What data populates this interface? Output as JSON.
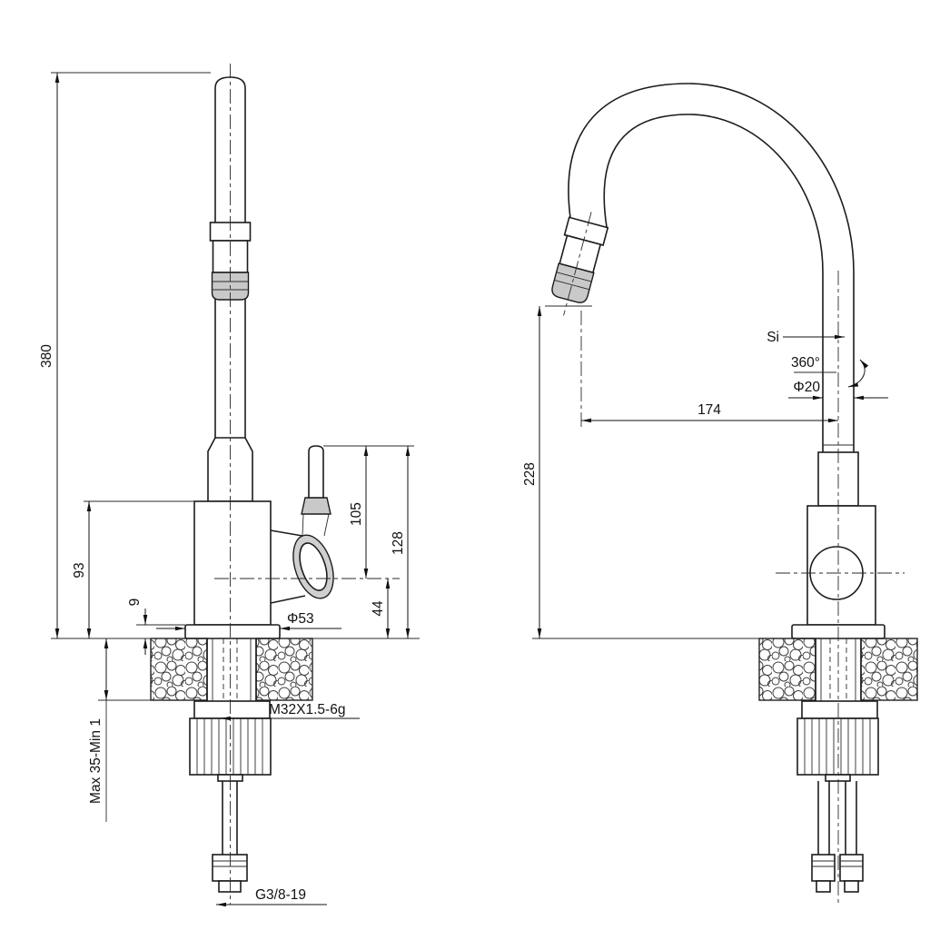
{
  "drawing": {
    "front_view": {
      "dim_total_height": "380",
      "dim_body_height": "93",
      "dim_plate_thickness": "9",
      "dim_counter_thickness": "Max 35-Min 1",
      "dim_handle_height": "105",
      "dim_handle_center": "44",
      "dim_outlet_height": "128",
      "dim_base_diameter": "Φ53",
      "thread_spec": "M32X1.5-6g",
      "hose_thread": "G3/8-19"
    },
    "side_view": {
      "surface_label": "Si",
      "rotation_label": "360°",
      "spout_diameter": "Φ20",
      "spout_reach": "174",
      "spout_outlet_height": "228"
    }
  }
}
